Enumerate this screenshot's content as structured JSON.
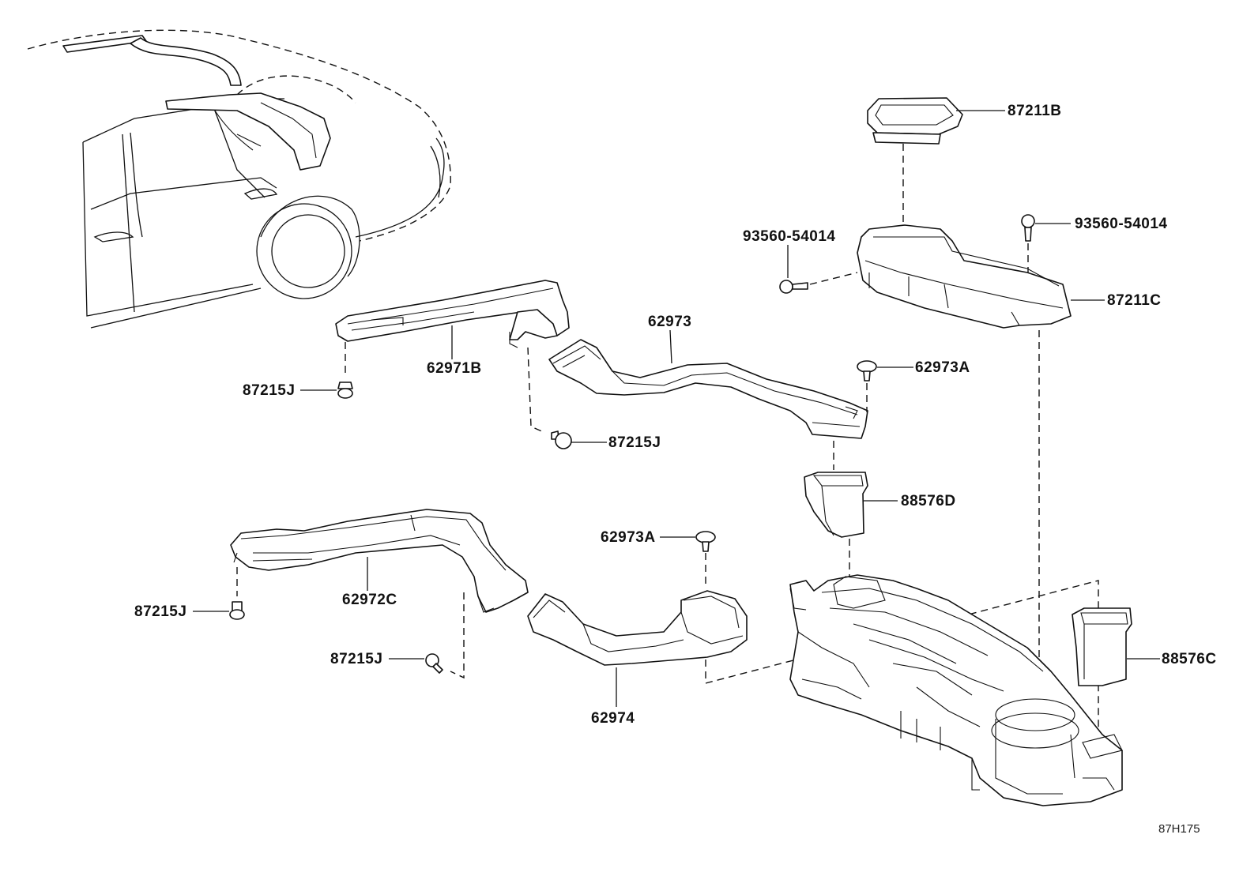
{
  "labels": {
    "l87211b": "87211B",
    "l93560_left": "93560-54014",
    "l93560_right": "93560-54014",
    "l87211c": "87211C",
    "l62973": "62973",
    "l62973a_top": "62973A",
    "l62971b": "62971B",
    "l87215j_1": "87215J",
    "l87215j_2": "87215J",
    "l88576d": "88576D",
    "l62973a_mid": "62973A",
    "l62972c": "62972C",
    "l87215j_3": "87215J",
    "l87215j_4": "87215J",
    "l88576c": "88576C",
    "l62974": "62974"
  },
  "diagram_ref": "87H175"
}
